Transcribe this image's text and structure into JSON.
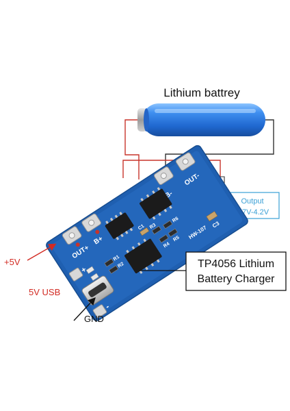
{
  "battery": {
    "title": "Lithium battrey"
  },
  "output": {
    "label": "Output",
    "voltage": "3.7V-4.2V",
    "plus": "+",
    "minus": "-"
  },
  "charger": {
    "line1": "TP4056 Lithium",
    "line2": "Battery Charger"
  },
  "input": {
    "voltage": "+5V",
    "usb": "5V USB",
    "gnd": "GND"
  },
  "board": {
    "model": "HW-107",
    "pins": {
      "out_plus": "OUT+",
      "out_minus": "OUT-",
      "b_plus": "B+",
      "b_minus": "B-",
      "in_plus": "+",
      "in_minus": "-"
    },
    "components": {
      "c3": "C3",
      "r3": "R3",
      "r6": "R6",
      "c1": "C1",
      "r1": "R1",
      "r2": "R2",
      "r4": "R4",
      "r5": "R5"
    }
  },
  "colors": {
    "board": "#1f5fb0",
    "battery": "#2f7fe6",
    "wire_red": "#c8342a",
    "output_box": "#3aa0d6",
    "arrow_red": "#d22a22"
  }
}
